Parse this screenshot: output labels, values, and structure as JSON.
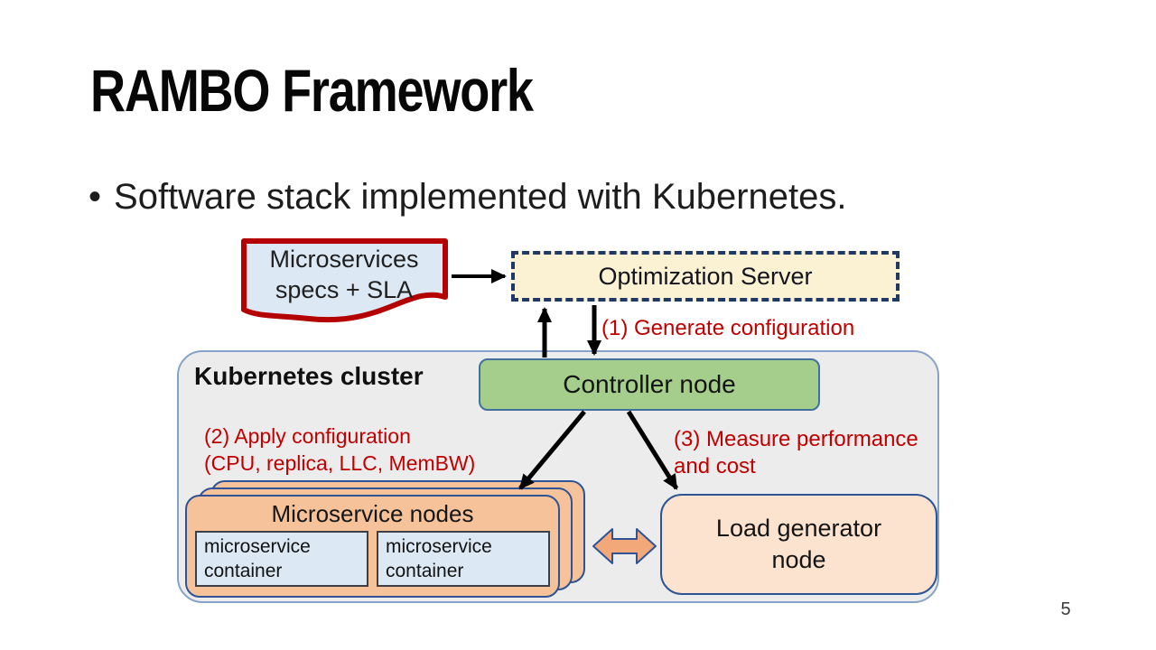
{
  "slide": {
    "title": "RAMBO Framework",
    "bullet_marker": "•",
    "bullet_text": "Software stack implemented with Kubernetes.",
    "page_number": "5"
  },
  "diagram": {
    "microservices_spec_doc": {
      "line1": "Microservices",
      "line2": "specs + SLA"
    },
    "optimization_server": {
      "label": "Optimization Server"
    },
    "kubernetes_cluster": {
      "label": "Kubernetes cluster"
    },
    "controller_node": {
      "label": "Controller node"
    },
    "steps": {
      "step1": "(1) Generate configuration",
      "step2_line1": "(2) Apply configuration",
      "step2_line2": "(CPU, replica, LLC, MemBW)",
      "step3_line1": "(3) Measure performance",
      "step3_line2": "and cost"
    },
    "microservice_nodes": {
      "label": "Microservice nodes",
      "containers": [
        {
          "line1": "microservice",
          "line2": "container"
        },
        {
          "line1": "microservice",
          "line2": "container"
        }
      ]
    },
    "load_generator": {
      "line1": "Load generator",
      "line2": "node"
    },
    "colors": {
      "step_text_red": "#C00000",
      "doc_border_red": "#B40000",
      "doc_fill_blue": "#DCE9F5",
      "server_fill_cream": "#FBF2D4",
      "server_border_navy": "#1F3864",
      "cluster_fill_grey": "#ECECEC",
      "cluster_border_blue": "#84A3C6",
      "controller_fill_green": "#A5CE8C",
      "node_fill_orange": "#F6C29A",
      "container_fill_blue": "#DCE9F5",
      "load_generator_fill_peach": "#FBE3D0",
      "double_arrow_orange": "#F2A878",
      "flow_arrow_black": "#000000"
    }
  }
}
